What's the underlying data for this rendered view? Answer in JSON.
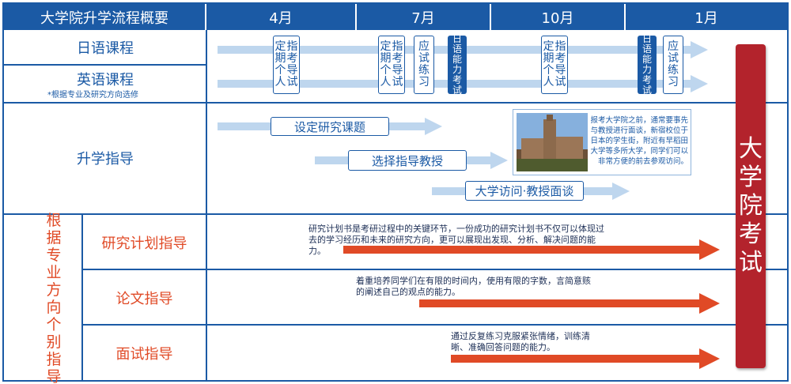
{
  "header": {
    "title": "大学院升学流程概要",
    "months": [
      "4月",
      "7月",
      "10月",
      "1月"
    ]
  },
  "rows": {
    "japanese": "日语课程",
    "english": "英语课程",
    "english_note": "*根据专业及研究方向选修",
    "guidance": "升学指导",
    "individual": "根据专业方向个别指导",
    "research": "研究计划指导",
    "thesis": "论文指导",
    "interview": "面试指导"
  },
  "boxes": {
    "regular_test": "定期个人指考导试",
    "mock_test": "应试练习",
    "jlpt_test": "日语能力考试"
  },
  "guidance_steps": {
    "set_topic": "设定研究课题",
    "choose_professor": "选择指导教授",
    "visit": "大学访问·教授面谈"
  },
  "info_note": "报考大学院之前，通常要事先与教授进行面谈，新宿校位于日本的学生街，附近有早稻田大学等多所大学，同学们可以非常方便的前去参观访问。",
  "descriptions": {
    "research": "研究计划书是考研过程中的关键环节，一份成功的研究计划书不仅可以体现过去的学习经历和未来的研究方向，更可以展现出发现、分析、解决问题的能力。",
    "thesis": "着重培养同学们在有限的时间内，使用有限的字数，言简意赅的阐述自己的观点的能力。",
    "interview": "通过反复练习克服紧张情绪，训练清晰、准确回答问题的能力。"
  },
  "exam": "大学院考试",
  "colors": {
    "primary_blue": "#1b5aa5",
    "light_blue_arrow": "#bed6ee",
    "red_arrow": "#e04a26",
    "exam_red": "#b3232c"
  }
}
